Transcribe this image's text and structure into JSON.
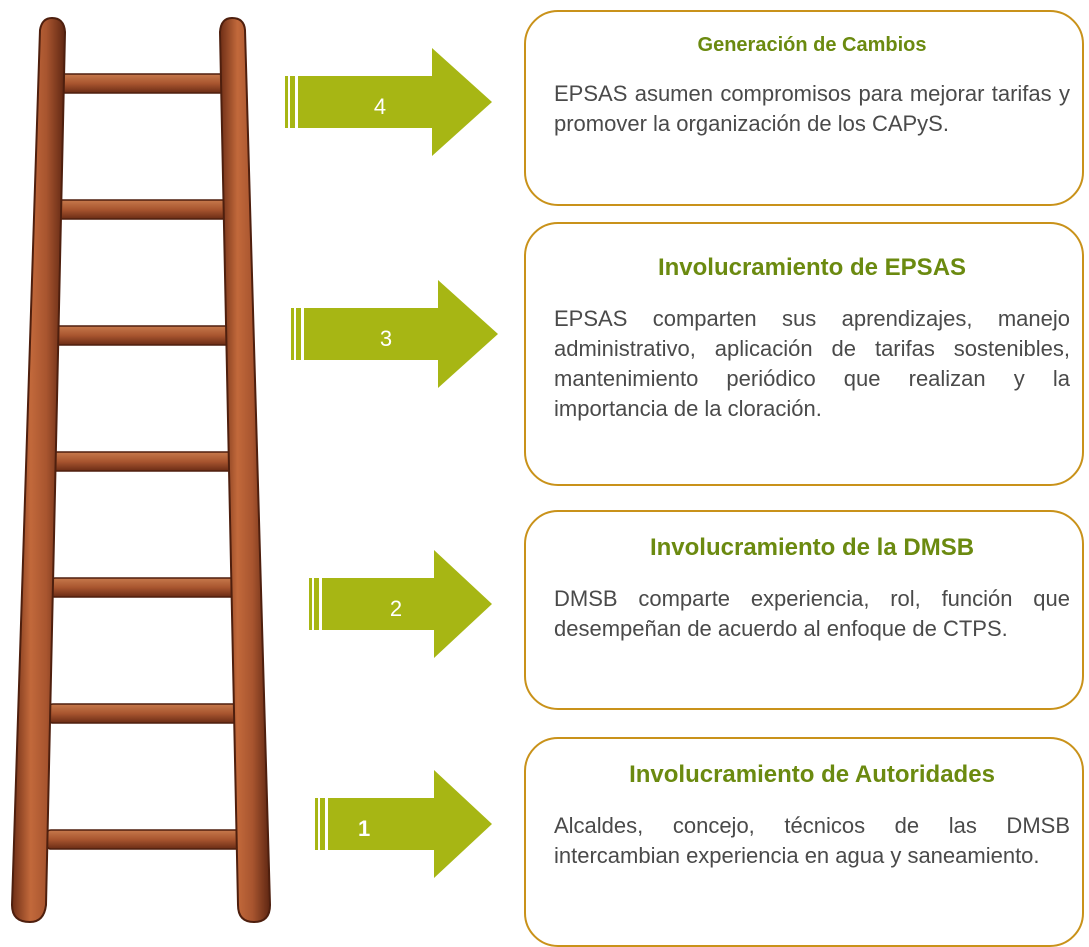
{
  "colors": {
    "arrow_fill": "#a7b614",
    "card_border": "#c9921a",
    "title_text": "#6b8a10",
    "ladder_wood": "#a8552f"
  },
  "ladder_icon": "wooden-ladder",
  "steps": [
    {
      "number": "4",
      "title": "Generación de Cambios",
      "body": "EPSAS asumen compromisos para mejorar tarifas y promover la organización de los CAPyS."
    },
    {
      "number": "3",
      "title": "Involucramiento de EPSAS",
      "body": "EPSAS comparten sus aprendizajes, manejo administrativo, aplicación de tarifas sostenibles, mantenimiento periódico que realizan y la importancia de la cloración."
    },
    {
      "number": "2",
      "title": "Involucramiento de la DMSB",
      "body": "DMSB comparte experiencia, rol, función que desempeñan de acuerdo al enfoque de CTPS."
    },
    {
      "number": "1",
      "title": "Involucramiento de Autoridades",
      "body": "Alcaldes, concejo, técnicos de las DMSB intercambian experiencia en agua y saneamiento."
    }
  ]
}
